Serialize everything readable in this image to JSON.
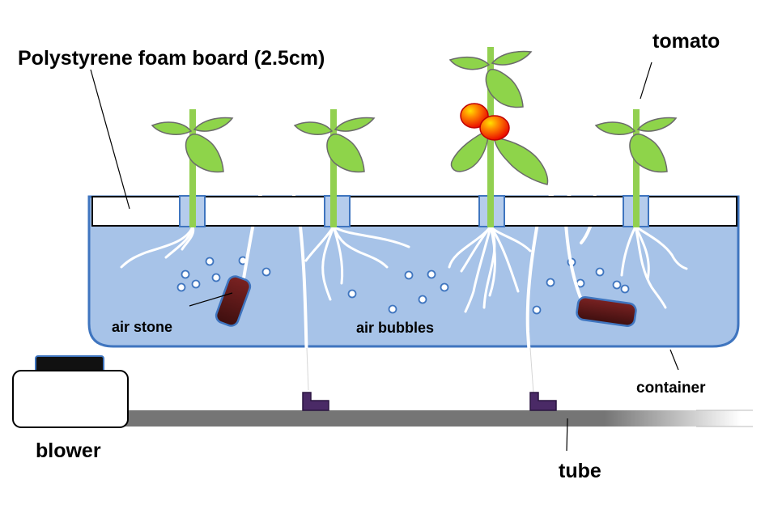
{
  "labels": {
    "foam_board": "Polystyrene foam board (2.5cm)",
    "tomato": "tomato",
    "air_stone": "air stone",
    "air_bubbles": "air bubbles",
    "container": "container",
    "blower": "blower",
    "tube": "tube"
  },
  "colors": {
    "water": "#a7c3e8",
    "container_outline": "#3f75bf",
    "foam_board": "#ffffff",
    "stem": "#92d050",
    "leaf": "#8ed44a",
    "leaf_edge": "#6b6b6b",
    "root": "#ffffff",
    "air_stone": "#5b1a1a",
    "tube": "#757575",
    "tomato_fruit": "#ff1a00",
    "connector": "#4a2a66"
  }
}
